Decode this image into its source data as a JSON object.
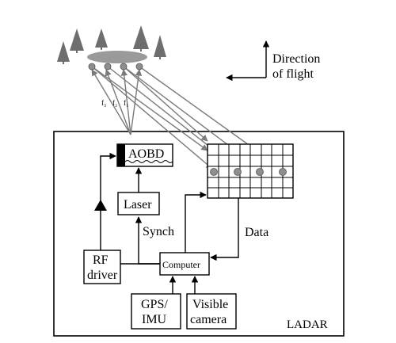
{
  "direction_label": {
    "line1": "Direction",
    "line2": "of flight"
  },
  "frequency_labels": [
    "f₃",
    "f₂",
    "f₁"
  ],
  "blocks": {
    "aobd": "AOBD",
    "laser": "Laser",
    "rf_driver": {
      "line1": "RF",
      "line2": "driver"
    },
    "computer": "Computer",
    "gps_imu": {
      "line1": "GPS/",
      "line2": "IMU"
    },
    "visible_camera": {
      "line1": "Visible",
      "line2": "camera"
    }
  },
  "connection_labels": {
    "synch": "Synch",
    "data": "Data"
  },
  "system_label": "LADAR",
  "colors": {
    "beam": "#7a7a7a",
    "trees": "#6e6e6e",
    "ground_patch": "#9a9a9a"
  }
}
